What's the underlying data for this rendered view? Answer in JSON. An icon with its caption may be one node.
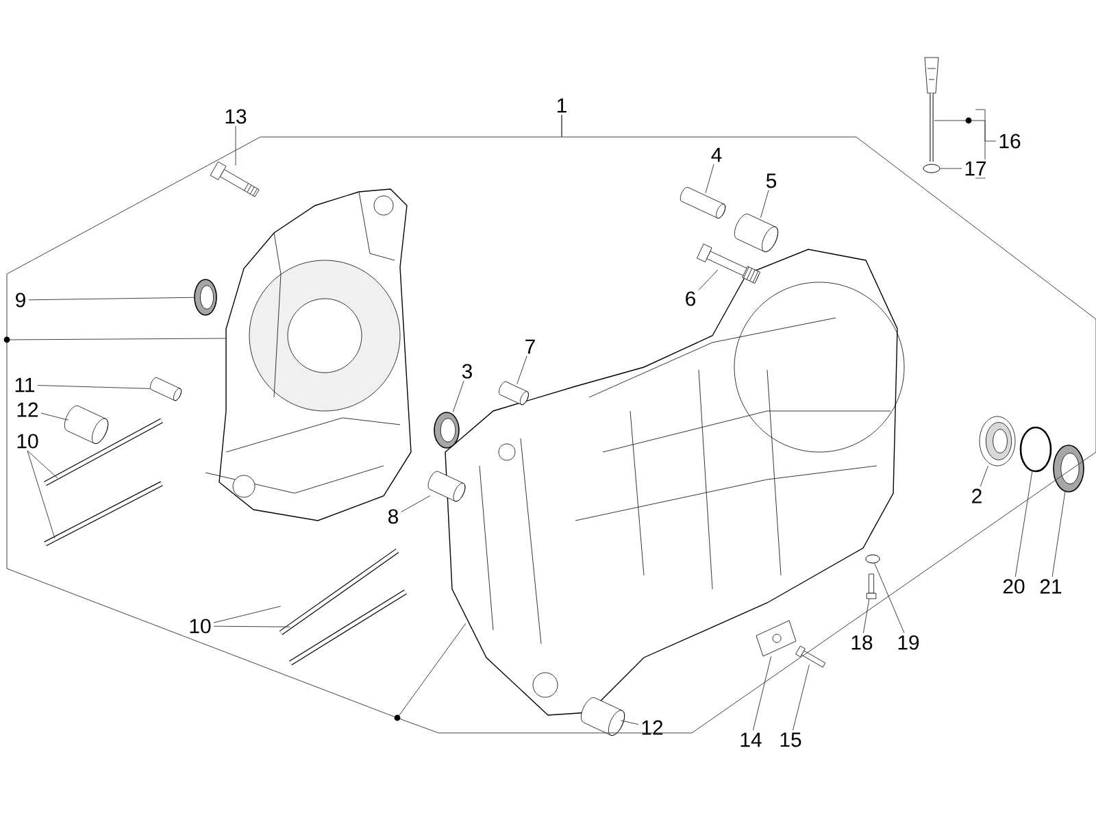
{
  "diagram": {
    "nodes": [
      {
        "text": [
          "1"
        ]
      },
      {
        "text": [],
        "shape": "picture"
      },
      {
        "text": [],
        "shape": "picture"
      },
      {
        "text": [
          "13"
        ]
      },
      {
        "text": [],
        "shape": "picture"
      },
      {
        "text": [
          "9"
        ]
      },
      {
        "text": [],
        "shape": "picture"
      },
      {
        "text": [
          "11"
        ]
      },
      {
        "text": [],
        "shape": "picture"
      },
      {
        "text": [
          "12"
        ]
      },
      {
        "text": [],
        "shape": "picture"
      },
      {
        "text": [
          "10"
        ]
      },
      {
        "text": [],
        "shape": "picture"
      },
      {
        "text": [],
        "shape": "picture"
      },
      {
        "text": [
          "3"
        ]
      },
      {
        "text": [],
        "shape": "picture"
      },
      {
        "text": [
          "7"
        ]
      },
      {
        "text": [],
        "shape": "picture"
      },
      {
        "text": [
          "8"
        ]
      },
      {
        "text": [],
        "shape": "picture"
      },
      {
        "text": [
          "4"
        ]
      },
      {
        "text": [],
        "shape": "picture"
      },
      {
        "text": [
          "5"
        ]
      },
      {
        "text": [],
        "shape": "picture"
      },
      {
        "text": [
          "6"
        ]
      },
      {
        "text": [],
        "shape": "picture"
      },
      {
        "text": [
          "16"
        ]
      },
      {
        "text": [],
        "shape": "picture"
      },
      {
        "text": [
          "17"
        ]
      },
      {
        "text": [],
        "shape": "circle"
      },
      {
        "text": [
          "2"
        ]
      },
      {
        "text": [],
        "shape": "picture"
      },
      {
        "text": [
          "20"
        ]
      },
      {
        "text": [],
        "shape": "circle"
      },
      {
        "text": [
          "21"
        ]
      },
      {
        "text": [],
        "shape": "picture"
      },
      {
        "text": [
          "18"
        ]
      },
      {
        "text": [],
        "shape": "picture"
      },
      {
        "text": [
          "19"
        ]
      },
      {
        "text": [],
        "shape": "circle"
      },
      {
        "text": [
          "10"
        ]
      },
      {
        "text": [],
        "shape": "picture"
      },
      {
        "text": [],
        "shape": "picture"
      },
      {
        "text": [
          "12"
        ]
      },
      {
        "text": [],
        "shape": "picture"
      },
      {
        "text": [
          "14"
        ]
      },
      {
        "text": [],
        "shape": "picture"
      },
      {
        "text": [
          "15"
        ]
      },
      {
        "text": [],
        "shape": "picture"
      }
    ],
    "edges": [
      {
        "from": 0,
        "to": 1,
        "arrow": "none"
      },
      {
        "from": 0,
        "to": 2,
        "arrow": "none"
      },
      {
        "from": 3,
        "to": 4,
        "arrow": "none"
      },
      {
        "from": 5,
        "to": 6,
        "arrow": "none"
      },
      {
        "from": 7,
        "to": 8,
        "arrow": "none"
      },
      {
        "from": 9,
        "to": 10,
        "arrow": "none"
      },
      {
        "from": 11,
        "to": 12,
        "arrow": "none"
      },
      {
        "from": 11,
        "to": 13,
        "arrow": "none"
      },
      {
        "from": 14,
        "to": 15,
        "arrow": "none"
      },
      {
        "from": 16,
        "to": 17,
        "arrow": "none"
      },
      {
        "from": 18,
        "to": 19,
        "arrow": "none"
      },
      {
        "from": 20,
        "to": 21,
        "arrow": "none"
      },
      {
        "from": 22,
        "to": 23,
        "arrow": "none"
      },
      {
        "from": 24,
        "to": 25,
        "arrow": "none"
      },
      {
        "from": 26,
        "to": 27,
        "arrow": "none"
      },
      {
        "from": 28,
        "to": 29,
        "arrow": "none"
      },
      {
        "from": 30,
        "to": 31,
        "arrow": "none"
      },
      {
        "from": 32,
        "to": 33,
        "arrow": "none"
      },
      {
        "from": 34,
        "to": 35,
        "arrow": "none"
      },
      {
        "from": 36,
        "to": 37,
        "arrow": "none"
      },
      {
        "from": 38,
        "to": 39,
        "arrow": "none"
      },
      {
        "from": 40,
        "to": 41,
        "arrow": "none"
      },
      {
        "from": 40,
        "to": 42,
        "arrow": "none"
      },
      {
        "from": 43,
        "to": 44,
        "arrow": "none"
      },
      {
        "from": 45,
        "to": 46,
        "arrow": "none"
      },
      {
        "from": 47,
        "to": 48,
        "arrow": "none"
      }
    ]
  }
}
